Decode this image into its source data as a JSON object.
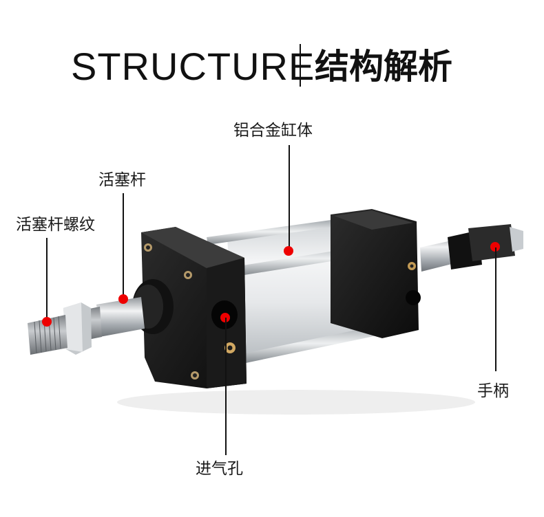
{
  "title": {
    "english": "STRUCTURE",
    "chinese": "结构解析"
  },
  "callouts": [
    {
      "id": "rod-thread",
      "label": "活塞杆螺纹",
      "meaning": "Piston rod thread"
    },
    {
      "id": "piston-rod",
      "label": "活塞杆",
      "meaning": "Piston rod"
    },
    {
      "id": "aluminum-barrel",
      "label": "铝合金缸体",
      "meaning": "Aluminum alloy cylinder barrel"
    },
    {
      "id": "air-inlet",
      "label": "进气孔",
      "meaning": "Air inlet port"
    },
    {
      "id": "handle",
      "label": "手柄",
      "meaning": "Handle"
    }
  ],
  "colors": {
    "marker": "#ee0000",
    "leader": "#111111",
    "text": "#111111",
    "background": "#ffffff"
  }
}
